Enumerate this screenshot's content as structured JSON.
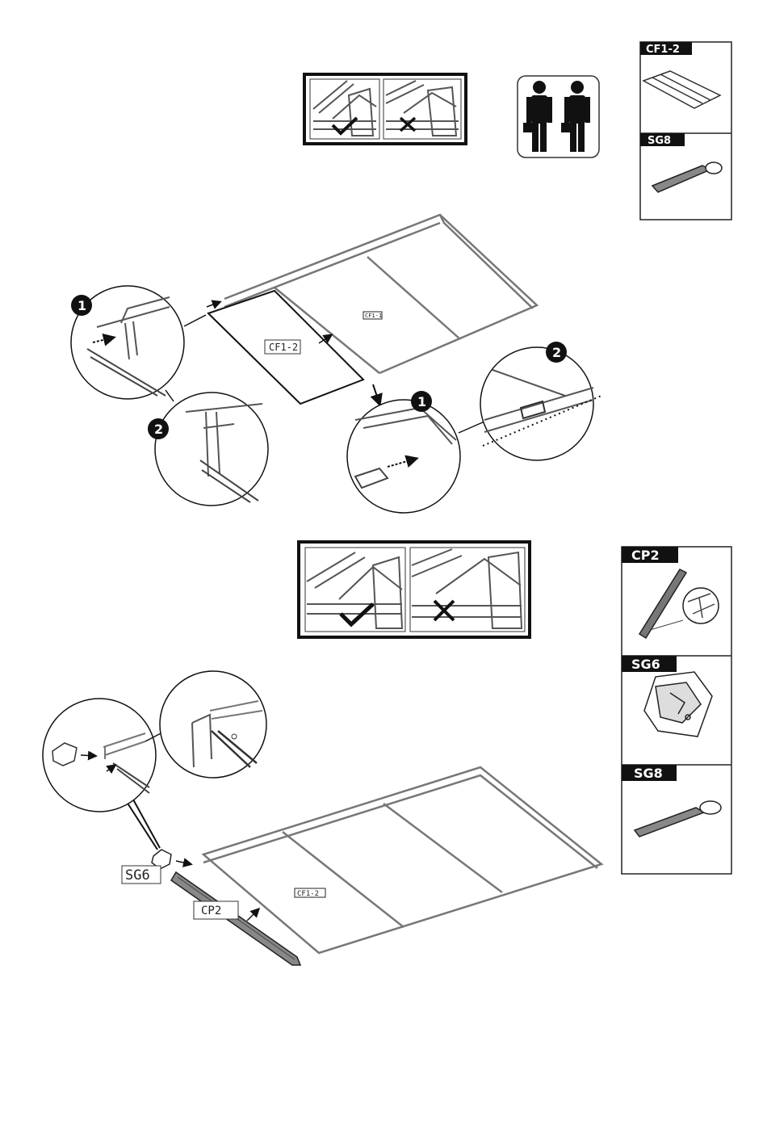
{
  "parts_panel_1": {
    "items": [
      {
        "code": "CF1-2",
        "icon": "panel-sheets-icon"
      },
      {
        "code": "SG8",
        "icon": "tool-handle-icon"
      }
    ]
  },
  "parts_panel_2": {
    "items": [
      {
        "code": "CP2",
        "icon": "edge-strip-icon"
      },
      {
        "code": "SG6",
        "icon": "corner-cap-icon"
      },
      {
        "code": "SG8",
        "icon": "tool-handle-icon"
      }
    ]
  },
  "step1": {
    "panel_label": "CF1-2",
    "installed_panel_label": "CF1-1",
    "callouts": [
      "1",
      "2",
      "1",
      "2"
    ]
  },
  "step2": {
    "panel_label": "CF1-2",
    "part_label_cap": "SG6",
    "part_label_strip": "CP2"
  },
  "icons": {
    "two_person": "two-person-icon",
    "correct": "check-icon",
    "wrong": "cross-icon"
  }
}
